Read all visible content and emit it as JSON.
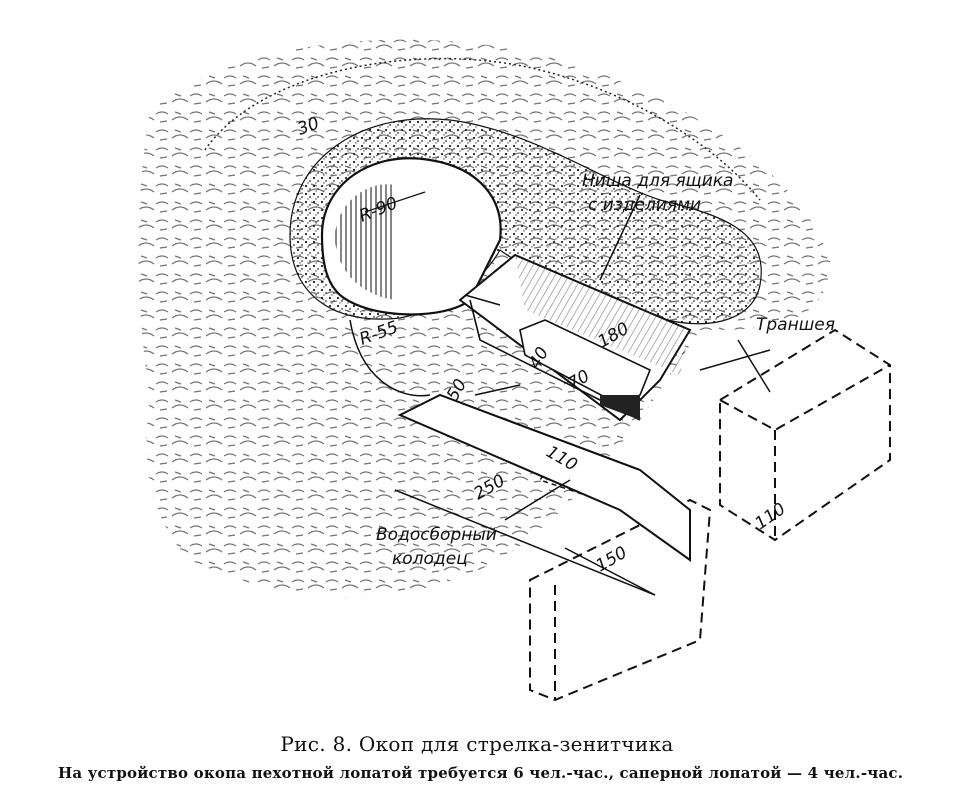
{
  "labels": {
    "niche": [
      "Ниша для ящика",
      "с изделиями"
    ],
    "trench": "Траншея",
    "sump": [
      "Водосборный",
      "колодец"
    ]
  },
  "dimensions": {
    "d30": "30",
    "r90": "R-90",
    "r55": "R-55",
    "d180": "180",
    "d40": "40",
    "d70": "70",
    "d50": "50",
    "d110a": "110",
    "d250": "250",
    "d150": "150",
    "d110b": "110"
  },
  "caption": "Рис. 8. Окоп для стрелка-зенитчика",
  "note": "На устройство окопа пехотной лопатой требуется 6 чел.-час., саперной лопатой — 4 чел.-час."
}
